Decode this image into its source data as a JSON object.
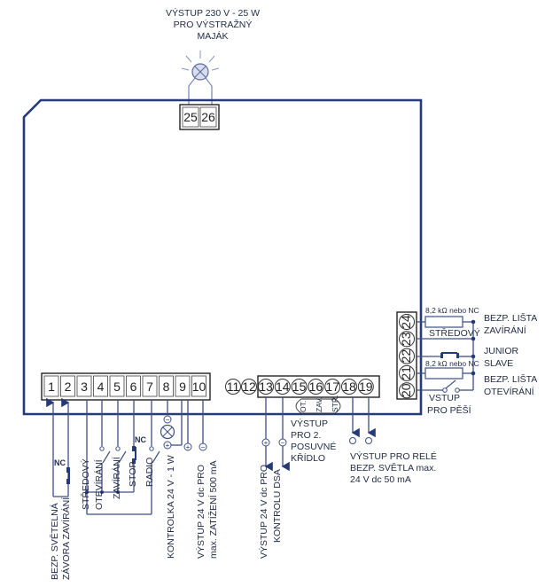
{
  "beacon": {
    "label_line1": "VÝSTUP 230 V - 25 W",
    "label_line2": "PRO VÝSTRAŽNÝ",
    "label_line3": "MAJÁK",
    "terminals": [
      "25",
      "26"
    ]
  },
  "bottom_terminals_left": [
    "1",
    "2",
    "3",
    "4",
    "5",
    "6",
    "7",
    "8",
    "9",
    "10"
  ],
  "bottom_terminals_circle_free": [
    "11",
    "12"
  ],
  "bottom_terminals_mid": [
    "13",
    "14",
    "15",
    "16",
    "17",
    "18",
    "19"
  ],
  "right_terminals": [
    "24",
    "23",
    "22",
    "21",
    "20"
  ],
  "inner_labels": {
    "t15": "OT.",
    "t16": "ZAV.",
    "t17": "STŘ."
  },
  "right_side": {
    "resistor_top": "8,2 kΩ nebo NC",
    "resistor_bottom": "8,2 kΩ nebo NC",
    "stredovy": "STŘEDOVÝ",
    "edge_close_line1": "BEZP. LIŠTA",
    "edge_close_line2": "ZAVÍRÁNÍ",
    "junior_line1": "JUNIOR",
    "junior_line2": "SLAVE",
    "edge_open_line1": "BEZP. LIŠTA",
    "edge_open_line2": "OTEVÍRÁNÍ",
    "pedestrian_line1": "VSTUP",
    "pedestrian_line2": "PRO PĚŠÍ"
  },
  "bottom_left": {
    "nc_photocell": "NC",
    "nc_stop": "NC",
    "photocell_line1": "BEZP. SVĚTELNÁ",
    "photocell_line2": "ZÁVORA ZAVÍRÁNÍ",
    "common": "STŘEDOVÝ",
    "open": "OTEVÍRÁNÍ",
    "close": "ZAVÍRÁNÍ",
    "stop": "STOP",
    "radio": "RADIO",
    "lamp": "KONTROLKA 24 V - 1 W",
    "out24_line1": "VÝSTUP 24 V dc PRO",
    "out24_line2": "max. ZATÍŽENÍ 500 mA",
    "minus": "−",
    "plus": "+"
  },
  "bottom_mid": {
    "second_leaf_line1": "VÝSTUP",
    "second_leaf_line2": "PRO 2.",
    "second_leaf_line3": "POSUVNÉ",
    "second_leaf_line4": "KŘÍDLO",
    "dsa_line1": "VÝSTUP 24 V dc PRO",
    "dsa_line2": "KONTROLU DSA",
    "relay_line1": "VÝSTUP PRO RELÉ",
    "relay_line2": "BEZP. SVĚTLA max.",
    "relay_line3": "24 V dc 50 mA"
  },
  "colors": {
    "board": "#253a78",
    "wire": "#3d4f86",
    "text": "#1f2a44"
  }
}
